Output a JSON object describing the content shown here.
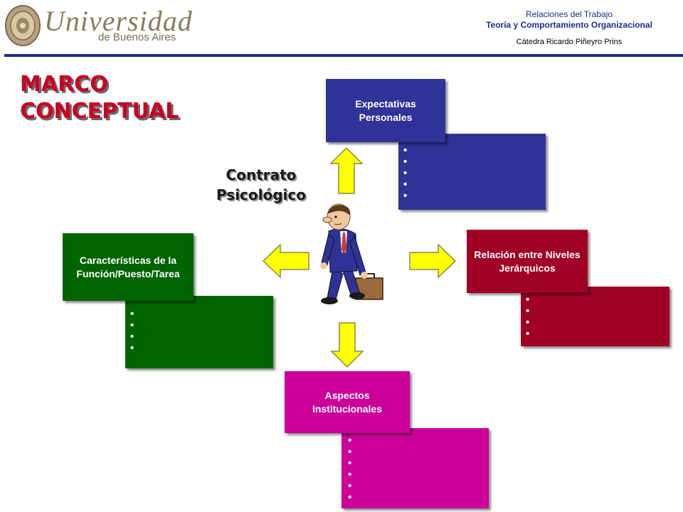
{
  "header": {
    "university_word": "Universidad",
    "university_sub": "de Buenos Aires",
    "line1": "Relaciones  del Trabajo",
    "line2": "Teoría y Comportamiento  Organizacional",
    "line3": "Cátedra Ricardo Piñeyro Prins"
  },
  "title": {
    "line1": "MARCO",
    "line2": "CONCEPTUAL"
  },
  "center": {
    "line1": "Contrato",
    "line2": "Psicológico"
  },
  "boxes": {
    "expectativas": {
      "label": "Expectativas Personales",
      "bullets": [
        "",
        "",
        "",
        "",
        ""
      ]
    },
    "relacion": {
      "label": "Relación entre Niveles Jerárquicos",
      "bullets": [
        "",
        "",
        "",
        ""
      ]
    },
    "caracteristicas": {
      "label": "Características de la Función/Puesto/Tarea",
      "bullets": [
        "",
        "",
        "",
        ""
      ]
    },
    "aspectos": {
      "label": "Aspectos Institucionales",
      "bullets": [
        "",
        "",
        "",
        "",
        "",
        ""
      ]
    }
  },
  "colors": {
    "blue": "#2f3397",
    "red": "#a00024",
    "green": "#006400",
    "magenta": "#cc0099",
    "arrow": "#ffff00",
    "title": "#cc0022",
    "header_text": "#1c2c8c"
  },
  "icons": [
    "university-seal-icon",
    "businessman-icon",
    "arrow-up-icon",
    "arrow-down-icon",
    "arrow-left-icon",
    "arrow-right-icon"
  ]
}
